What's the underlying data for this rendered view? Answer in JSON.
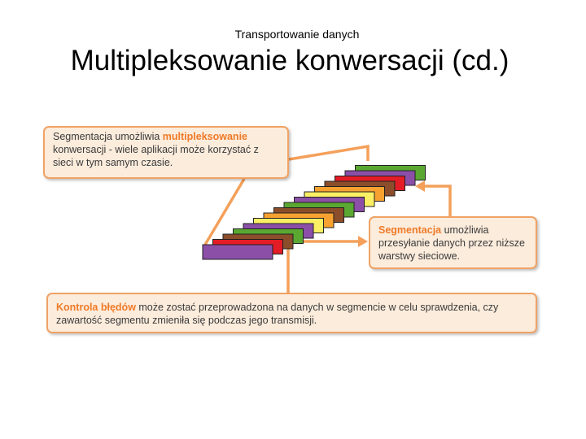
{
  "header": {
    "supertitle": "Transportowanie danych",
    "title": "Multipleksowanie konwersacji (cd.)"
  },
  "callouts": {
    "top": {
      "prefix": "Segmentacja umożliwia ",
      "highlight": "multipleksowanie",
      "suffix": " konwersacji - wiele aplikacji może korzystać z sieci w tym samym czasie."
    },
    "right": {
      "highlight": "Segmentacja",
      "suffix": " umożliwia przesyłanie danych przez niższe warstwy sieciowe."
    },
    "bottom": {
      "highlight": "Kontrola błędów",
      "suffix": " może zostać przeprowadzona na danych w segmencie w celu sprawdzenia, czy zawartość segmentu zmieniła się podczas jego transmisji."
    }
  },
  "segments": {
    "colors": [
      "#8c4fa8",
      "#e31c25",
      "#8b4d2a",
      "#5aa832",
      "#8c4fa8",
      "#fbf065",
      "#f7a230",
      "#8b4d2a",
      "#5aa832",
      "#8c4fa8",
      "#fbf065",
      "#f7a230",
      "#8b4d2a",
      "#e31c25",
      "#8c4fa8",
      "#5aa832"
    ]
  },
  "style": {
    "accent": "#ef7a28",
    "callout_border": "#f0a265",
    "callout_fill": "#fcecdc"
  }
}
